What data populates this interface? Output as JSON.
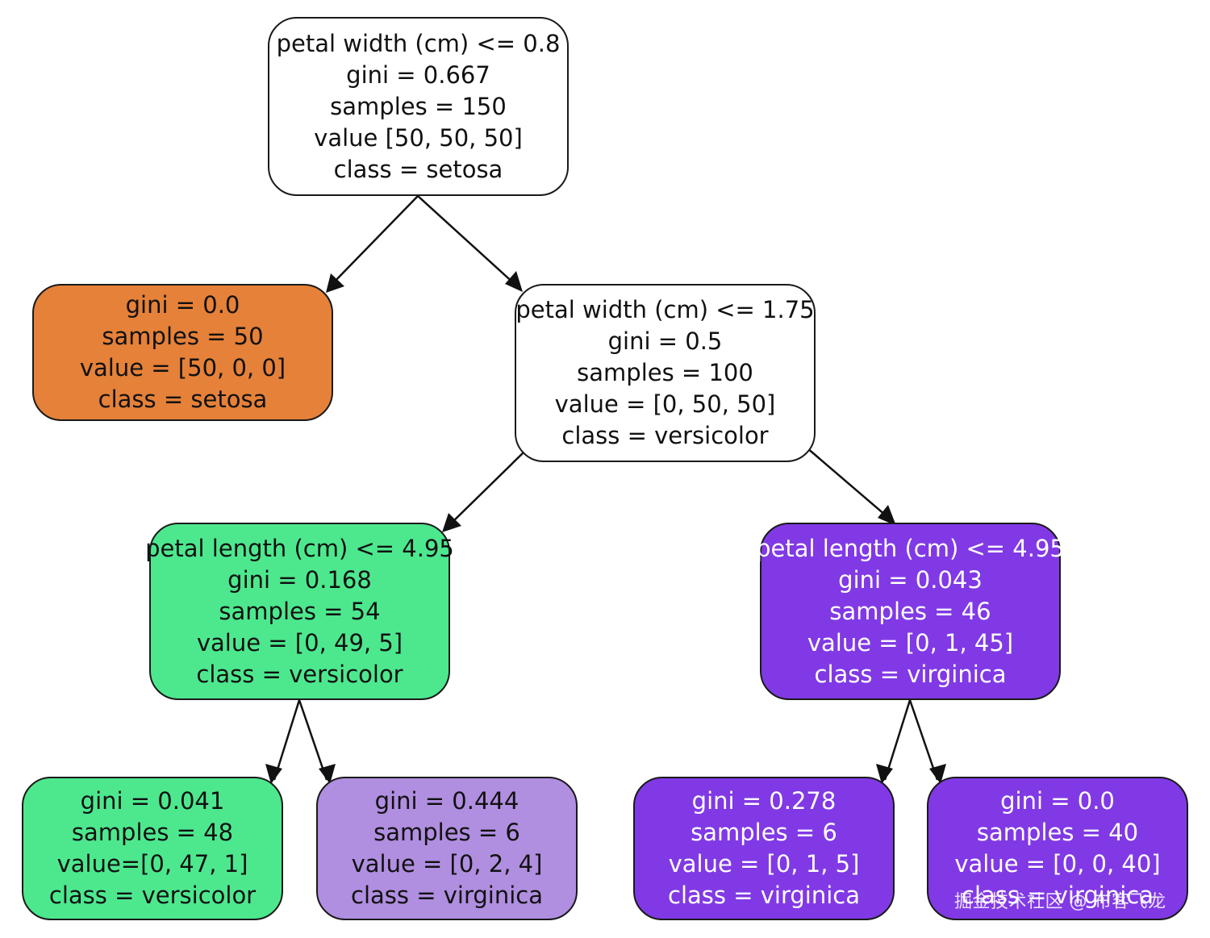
{
  "colors": {
    "white": "#ffffff",
    "setosa_orange": "#e58139",
    "versicolor_green": "#4de88e",
    "virginica_purple": "#8139e5",
    "virginica_light": "#b08ee0",
    "edge": "#111111"
  },
  "nodes": {
    "root": {
      "lines": [
        "petal width (cm) <= 0.8",
        "gini = 0.667",
        "samples = 150",
        "value [50, 50, 50]",
        "class = setosa"
      ]
    },
    "setosa_leaf": {
      "lines": [
        "gini = 0.0",
        "samples = 50",
        "value = [50, 0, 0]",
        "class = setosa"
      ]
    },
    "split_width": {
      "lines": [
        "petal width (cm) <= 1.75",
        "gini = 0.5",
        "samples = 100",
        "value = [0, 50, 50]",
        "class = versicolor"
      ]
    },
    "split_length_left": {
      "lines": [
        "petal length (cm) <= 4.95",
        "gini = 0.168",
        "samples = 54",
        "value = [0, 49, 5]",
        "class = versicolor"
      ]
    },
    "split_length_right": {
      "lines": [
        "petal length (cm) <= 4.95",
        "gini = 0.043",
        "samples = 46",
        "value = [0, 1, 45]",
        "class = virginica"
      ]
    },
    "leaf_versicolor": {
      "lines": [
        "gini = 0.041",
        "samples = 48",
        "value=[0, 47, 1]",
        "class = versicolor"
      ]
    },
    "leaf_virginica_light": {
      "lines": [
        "gini = 0.444",
        "samples = 6",
        "value = [0, 2, 4]",
        "class = virginica"
      ]
    },
    "leaf_virginica_a": {
      "lines": [
        "gini = 0.278",
        "samples = 6",
        "value = [0, 1, 5]",
        "class = virginica"
      ]
    },
    "leaf_virginica_b": {
      "lines": [
        "gini = 0.0",
        "samples = 40",
        "value = [0, 0, 40]",
        "class = virginica"
      ]
    }
  },
  "watermark": "掘金技术社区 @ 布客飞龙"
}
